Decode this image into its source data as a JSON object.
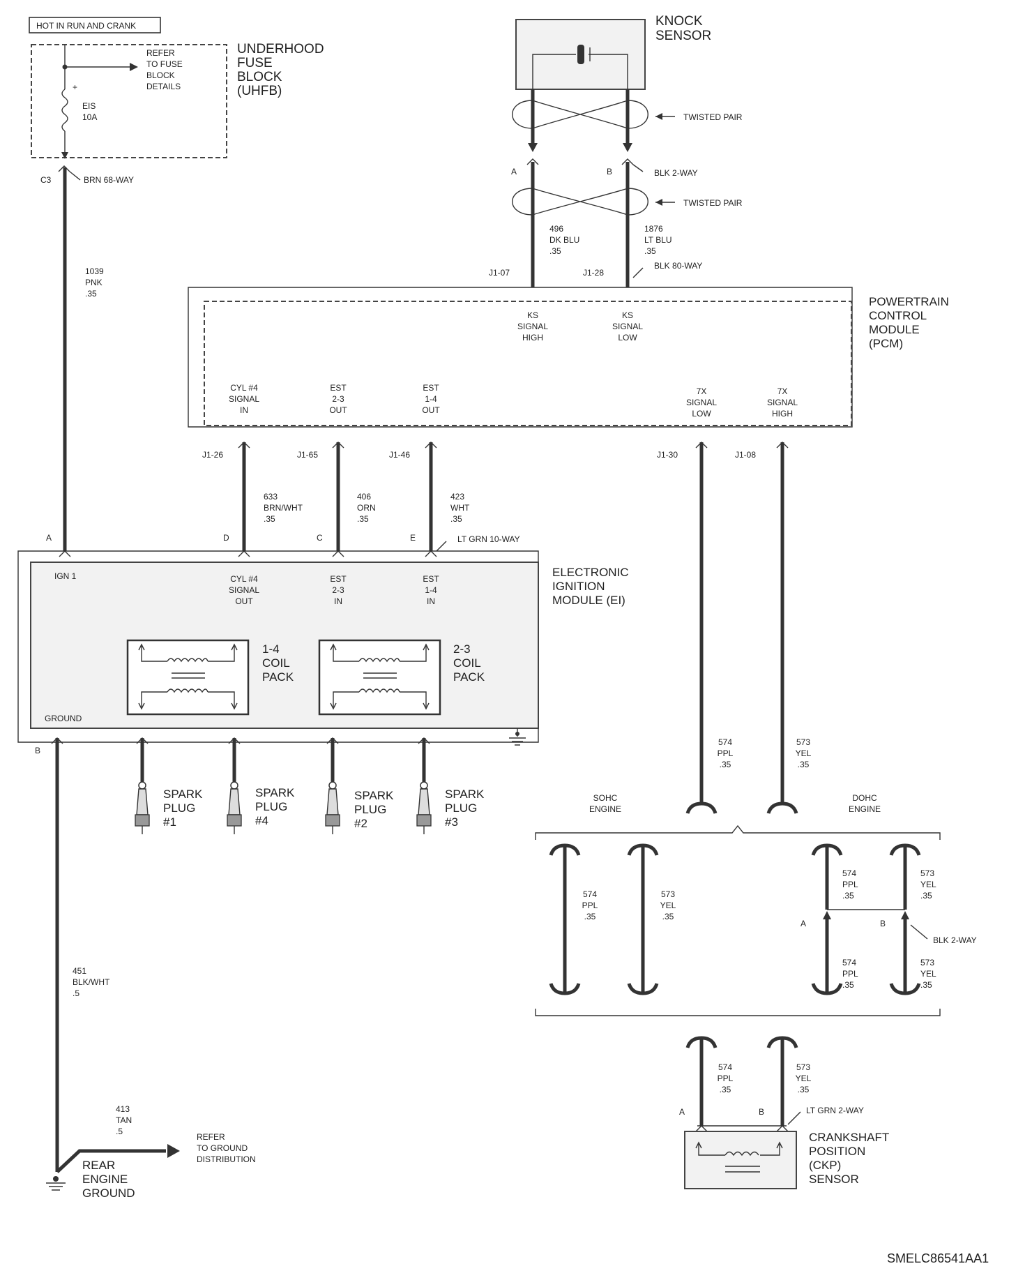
{
  "header_box": "HOT IN RUN AND CRANK",
  "uhfb": {
    "title": [
      "UNDERHOOD",
      "FUSE",
      "BLOCK",
      "(UHFB)"
    ],
    "refer": [
      "REFER",
      "TO FUSE",
      "BLOCK",
      "DETAILS"
    ],
    "fuse": [
      "EIS",
      "10A"
    ],
    "connector_pin": "C3",
    "connector": "BRN 68-WAY"
  },
  "wire_1039": [
    "1039",
    "PNK",
    ".35"
  ],
  "knock_sensor": {
    "title": [
      "KNOCK",
      "SENSOR"
    ],
    "twisted_pair": "TWISTED PAIR",
    "pin_a": "A",
    "pin_b": "B",
    "connector": "BLK 2-WAY",
    "wire_496": [
      "496",
      "DK BLU",
      ".35"
    ],
    "wire_1876": [
      "1876",
      "LT BLU",
      ".35"
    ],
    "pin_j107": "J1-07",
    "pin_j128": "J1-28",
    "pcm_connector": "BLK 80-WAY"
  },
  "pcm": {
    "title": [
      "POWERTRAIN",
      "CONTROL",
      "MODULE",
      "(PCM)"
    ],
    "ks_high": [
      "KS",
      "SIGNAL",
      "HIGH"
    ],
    "ks_low": [
      "KS",
      "SIGNAL",
      "LOW"
    ],
    "cyl4_in": [
      "CYL #4",
      "SIGNAL",
      "IN"
    ],
    "est23_out": [
      "EST",
      "2-3",
      "OUT"
    ],
    "est14_out": [
      "EST",
      "1-4",
      "OUT"
    ],
    "x7_low": [
      "7X",
      "SIGNAL",
      "LOW"
    ],
    "x7_high": [
      "7X",
      "SIGNAL",
      "HIGH"
    ],
    "pins": [
      "J1-26",
      "J1-65",
      "J1-46",
      "J1-30",
      "J1-08"
    ]
  },
  "wires_mid": {
    "w633": [
      "633",
      "BRN/WHT",
      ".35"
    ],
    "w406": [
      "406",
      "ORN",
      ".35"
    ],
    "w423": [
      "423",
      "WHT",
      ".35"
    ]
  },
  "ei": {
    "pins": [
      "A",
      "D",
      "C",
      "E"
    ],
    "connector": "LT GRN 10-WAY",
    "title": [
      "ELECTRONIC",
      "IGNITION",
      "MODULE (EI)"
    ],
    "ign1": "IGN 1",
    "cyl4_out": [
      "CYL #4",
      "SIGNAL",
      "OUT"
    ],
    "est23_in": [
      "EST",
      "2-3",
      "IN"
    ],
    "est14_in": [
      "EST",
      "1-4",
      "IN"
    ],
    "coil14": [
      "1-4",
      "COIL",
      "PACK"
    ],
    "coil23": [
      "2-3",
      "COIL",
      "PACK"
    ],
    "ground": "GROUND",
    "pin_b": "B"
  },
  "spark_plugs": [
    [
      "SPARK",
      "PLUG",
      "#1"
    ],
    [
      "SPARK",
      "PLUG",
      "#4"
    ],
    [
      "SPARK",
      "PLUG",
      "#2"
    ],
    [
      "SPARK",
      "PLUG",
      "#3"
    ]
  ],
  "wire_451": [
    "451",
    "BLK/WHT",
    ".5"
  ],
  "wire_413": [
    "413",
    "TAN",
    ".5"
  ],
  "refer_ground": [
    "REFER",
    "TO GROUND",
    "DISTRIBUTION"
  ],
  "rear_ground": [
    "REAR",
    "ENGINE",
    "GROUND"
  ],
  "ckp_wires": {
    "w574": [
      "574",
      "PPL",
      ".35"
    ],
    "w573": [
      "573",
      "YEL",
      ".35"
    ]
  },
  "sohc": [
    "SOHC",
    "ENGINE"
  ],
  "dohc": [
    "DOHC",
    "ENGINE"
  ],
  "dohc_conn": {
    "pin_a": "A",
    "pin_b": "B",
    "connector": "BLK 2-WAY"
  },
  "ckp": {
    "pin_a": "A",
    "pin_b": "B",
    "connector": "LT GRN 2-WAY",
    "title": [
      "CRANKSHAFT",
      "POSITION",
      "(CKP)",
      "SENSOR"
    ]
  },
  "figure_code": "SMELC86541AA1"
}
